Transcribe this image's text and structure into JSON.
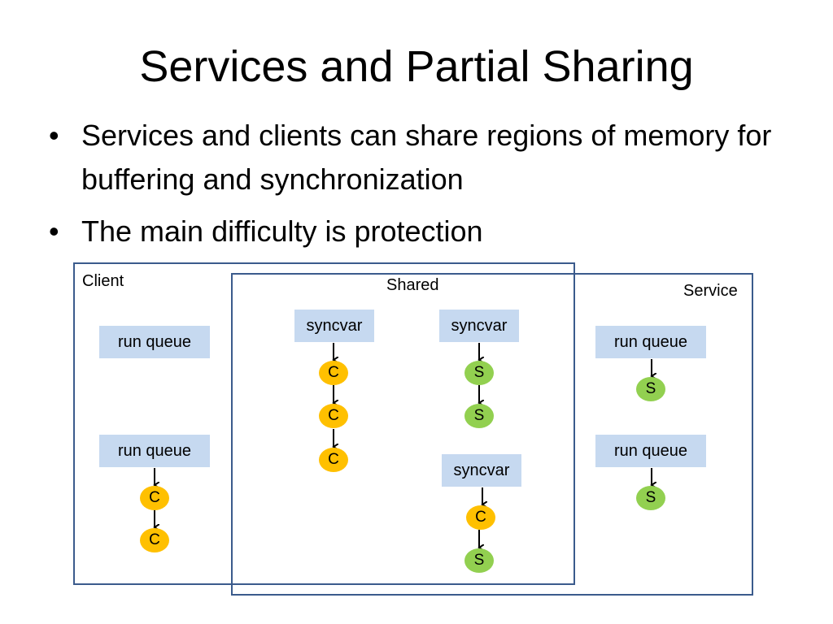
{
  "slide": {
    "title": "Services and Partial Sharing",
    "bullets": [
      {
        "text": "Services and clients can share regions of memory for buffering and synchronization"
      },
      {
        "text": "The main difficulty is protection"
      }
    ],
    "bullet_char": "•"
  },
  "diagram": {
    "regions": {
      "client": "Client",
      "shared": "Shared",
      "service": "Service"
    },
    "labels": {
      "run_queue": "run queue",
      "syncvar": "syncvar",
      "client_thread": "C",
      "service_thread": "S"
    },
    "colors": {
      "region_border": "#3b5b8c",
      "box_fill": "#c6d9f0",
      "client_thread": "#ffc000",
      "service_thread": "#92d050"
    }
  }
}
